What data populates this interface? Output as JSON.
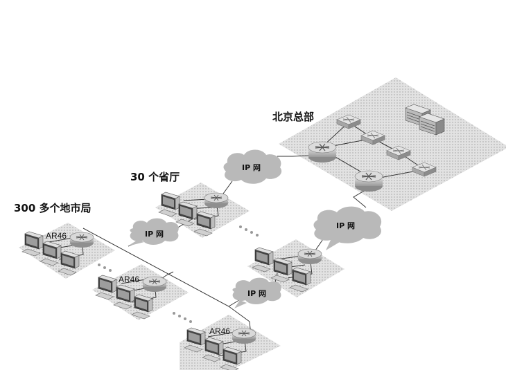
{
  "labels": {
    "beijing_hq": "北京总部",
    "provinces": "30 个省厅",
    "prefectures": "300 多个地市局"
  },
  "clouds": [
    {
      "id": "cloud-top",
      "text": "IP 网"
    },
    {
      "id": "cloud-right",
      "text": "IP 网"
    },
    {
      "id": "cloud-left",
      "text": "IP 网"
    },
    {
      "id": "cloud-bottom",
      "text": "IP 网"
    }
  ],
  "router_labels": [
    "AR46",
    "AR46",
    "AR46"
  ],
  "colors": {
    "platform": "#d4d4d4",
    "dot": "#9a9a9a",
    "cloud": "#b9b9b9",
    "device": "#bdbdbd",
    "line": "#333333"
  }
}
